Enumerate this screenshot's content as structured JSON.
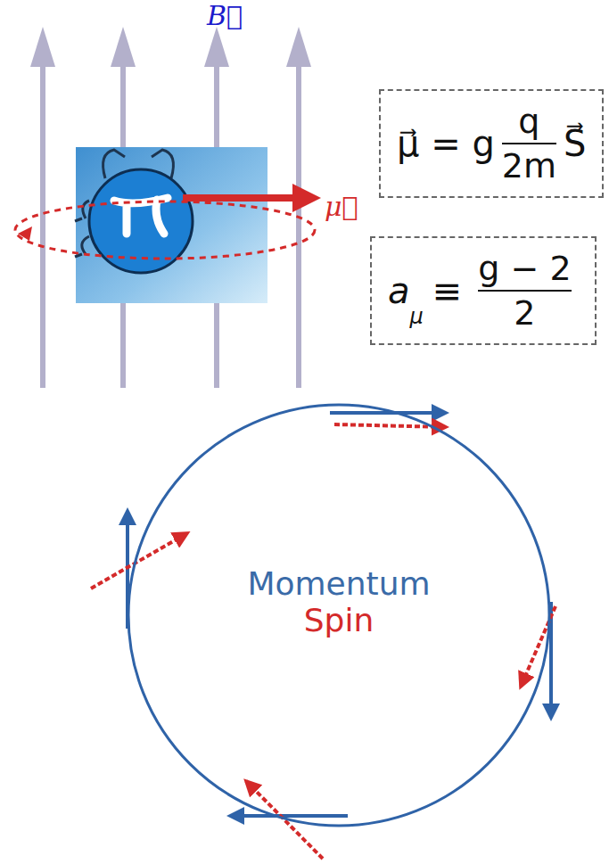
{
  "diagram": {
    "nodes": [
      {
        "text": [
          "μ⃗ = g",
          "q",
          "2m",
          "S⃗"
        ]
      },
      {
        "text": [
          "a",
          "μ",
          "≡",
          "g − 2",
          "2"
        ]
      },
      {
        "text": [
          "Momentum",
          "Spin"
        ]
      }
    ],
    "labels": [
      "B⃗",
      "μ⃗"
    ]
  }
}
